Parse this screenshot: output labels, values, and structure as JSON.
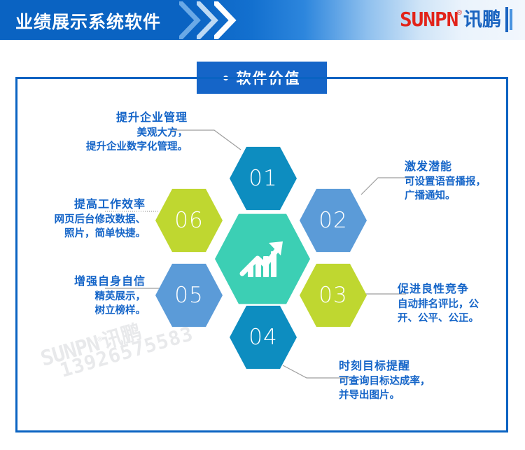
{
  "header": {
    "title": "业绩展示系统软件",
    "logo_text": "SUNPN",
    "logo_reg": "®",
    "logo_cn": "讯鹏"
  },
  "section": {
    "badge_label": "软件价值"
  },
  "center": {
    "icon": "growth-bar-chart-arrow-icon"
  },
  "items": [
    {
      "number": "01",
      "title": "提升企业管理",
      "body_line1": "美观大方，",
      "body_line2": "提升企业数字化管理。",
      "color": "#0d8dc0"
    },
    {
      "number": "02",
      "title": "激发潜能",
      "body_line1": "可设置语音播报，",
      "body_line2": "广播通知。",
      "color": "#5b9bd8"
    },
    {
      "number": "03",
      "title": "促进良性竞争",
      "body_line1": "自动排名评比，公",
      "body_line2": "开、公平、公正。",
      "color": "#bfd730"
    },
    {
      "number": "04",
      "title": "时刻目标提醒",
      "body_line1": "可查询目标达成率，",
      "body_line2": "并导出图片。",
      "color": "#0d8dc0"
    },
    {
      "number": "05",
      "title": "增强自身自信",
      "body_line1": "精英展示，",
      "body_line2": "树立榜样。",
      "color": "#5b9bd8"
    },
    {
      "number": "06",
      "title": "提高工作效率",
      "body_line1": "网页后台修改数据、",
      "body_line2": "照片，简单快捷。",
      "color": "#bfd730"
    }
  ],
  "watermark": {
    "brand": "SUNPN",
    "brand_reg": "®",
    "brand_cn": "讯鹏",
    "phone": "13926575583"
  },
  "colors": {
    "header_blue": "#0a63c2",
    "badge_blue": "#1565c8",
    "frame_blue": "#0a63c2",
    "text_blue": "#1565c8",
    "center_teal": "#3ccfb4",
    "hex_blue_dark": "#0d8dc0",
    "hex_blue_mid": "#5b9bd8",
    "hex_green": "#bfd730",
    "logo_red": "#e2231a",
    "connector_gray": "#9e9e9e"
  }
}
